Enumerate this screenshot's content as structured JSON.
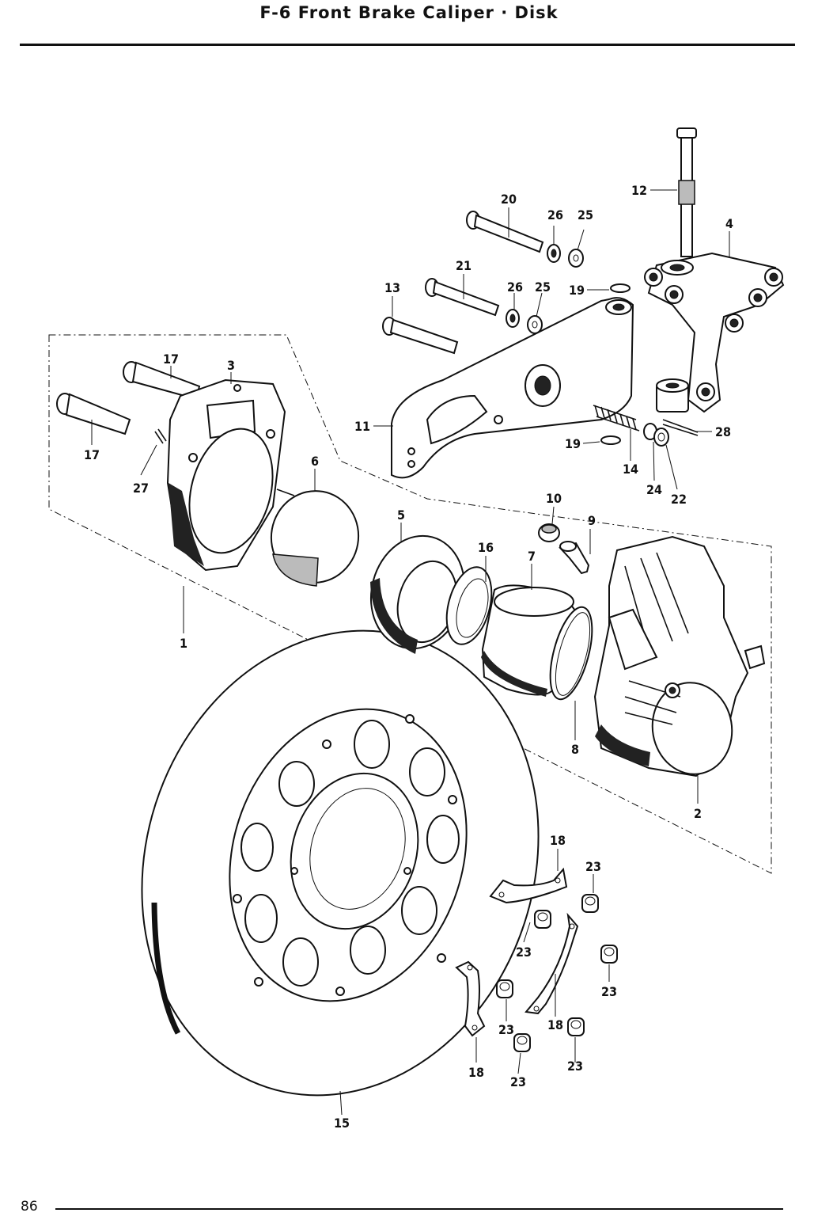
{
  "header": {
    "title": "F-6   Front Brake Caliper · Disk"
  },
  "footer": {
    "page_number": "86"
  },
  "callouts": {
    "c1": "1",
    "c2": "2",
    "c3": "3",
    "c4": "4",
    "c5": "5",
    "c6": "6",
    "c7": "7",
    "c8": "8",
    "c9": "9",
    "c10": "10",
    "c11": "11",
    "c12": "12",
    "c13": "13",
    "c14": "14",
    "c15": "15",
    "c16": "16",
    "c17a": "17",
    "c17b": "17",
    "c18a": "18",
    "c18b": "18",
    "c18c": "18",
    "c19a": "19",
    "c19b": "19",
    "c20": "20",
    "c21": "21",
    "c22": "22",
    "c23a": "23",
    "c23b": "23",
    "c23c": "23",
    "c23d": "23",
    "c23e": "23",
    "c23f": "23",
    "c24": "24",
    "c25a": "25",
    "c25b": "25",
    "c26a": "26",
    "c26b": "26",
    "c27": "27",
    "c28": "28"
  }
}
